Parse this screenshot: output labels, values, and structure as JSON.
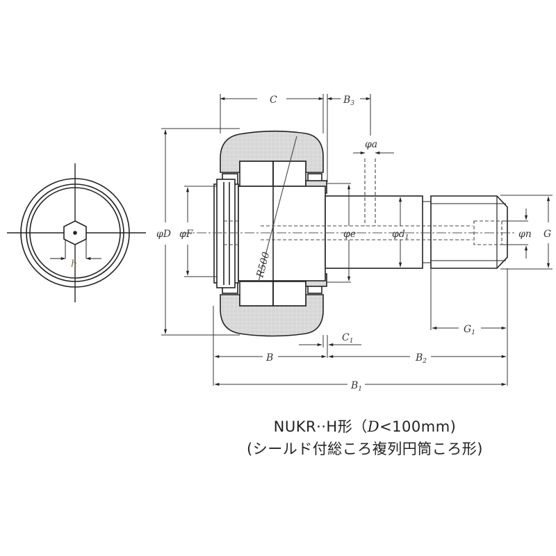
{
  "diagram": {
    "title_line1_prefix": "NUKR··H形（",
    "title_line1_var": "D",
    "title_line1_suffix": "<100mm)",
    "title_line2": "(シールド付総ころ複列円筒ころ形)",
    "labels": {
      "C": "C",
      "B3": "B",
      "B3_sub": "3",
      "phi_a": "φa",
      "phi_D": "φD",
      "phi_F": "φF",
      "phi_e": "φe",
      "phi_d1": "φd",
      "phi_d1_sub": "1",
      "phi_n": "φn",
      "G": "G",
      "G1": "G",
      "G1_sub": "1",
      "C1": "C",
      "C1_sub": "1",
      "B": "B",
      "B2": "B",
      "B2_sub": "2",
      "B1": "B",
      "B1_sub": "1",
      "R500": "R500",
      "h": "h"
    },
    "colors": {
      "line": "#222222",
      "fill_outer_ring": "#d4d4d4",
      "text": "#333333"
    }
  }
}
